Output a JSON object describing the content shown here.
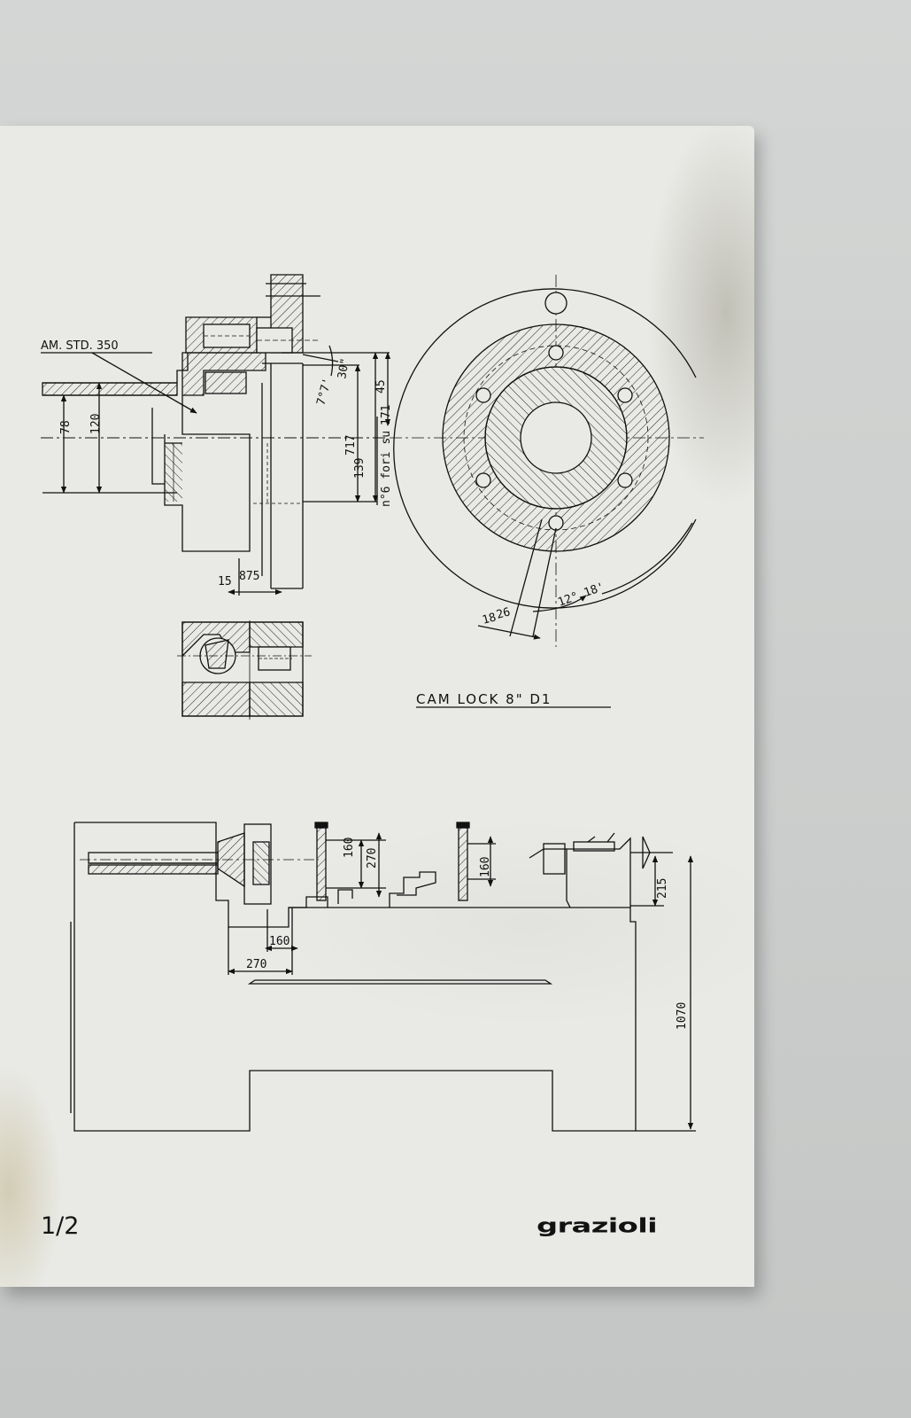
{
  "drawing": {
    "spindle_note": "AM. STD. 350",
    "angle_upper": "7°7'",
    "angle_upper_sec": "30\"",
    "dim_45": "45",
    "dim_171": "171",
    "dim_holes": "n°6 fori su",
    "dim_139": "139",
    "dim_717": "717",
    "dim_78": "78",
    "dim_120": "120",
    "dim_15": "15",
    "dim_875": "875",
    "dim_18": "18",
    "dim_26": "26",
    "angle_lower": "12° 18'",
    "title": "CAM LOCK 8\" D1",
    "machine": {
      "dim_160_chuck": "160",
      "dim_270_chuck": "270",
      "dim_160_rest": "160",
      "dim_215": "215",
      "dim_160_base": "160",
      "dim_270_base": "270",
      "dim_1070": "1070"
    }
  },
  "footer": {
    "page_number": "1/2",
    "brand": "grazioli"
  }
}
